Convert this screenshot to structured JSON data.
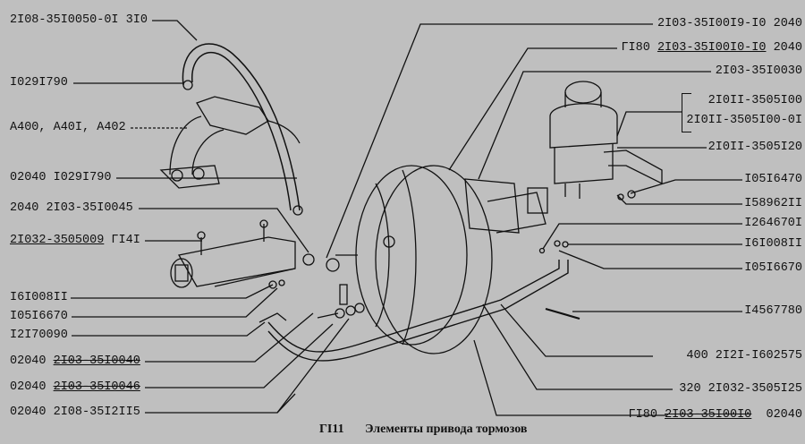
{
  "left_labels": [
    {
      "text": "2I08-35I0050-0I 3I0"
    },
    {
      "text": "I029I790"
    },
    {
      "text": "A400, A40I, A402"
    },
    {
      "text": "02040 I029I790"
    },
    {
      "text": "2040 2I03-35I0045"
    },
    {
      "part": "2I032-3505009",
      "suffix": " ГI4I"
    },
    {
      "text": "I6I008II"
    },
    {
      "text": "I05I6670"
    },
    {
      "text": "I2I70090"
    },
    {
      "prefix": "02040 ",
      "part": "2I03-35I0040"
    },
    {
      "prefix": "02040 ",
      "part": "2I03-35I0046"
    },
    {
      "text": "02040 2I08-35I2II5"
    }
  ],
  "right_labels": [
    {
      "text": "2I03-35I00I9-I0 2040"
    },
    {
      "prefix": "ГI80 ",
      "part": "2I03-35I00I0-I0",
      "suffix": " 2040"
    },
    {
      "text": "2I03-35I0030"
    },
    {
      "text": "2I0II-3505I00"
    },
    {
      "text": "2I0II-3505I00-0I"
    },
    {
      "text": "2I0II-3505I20"
    },
    {
      "text": "I05I6470"
    },
    {
      "text": "I58962II"
    },
    {
      "text": "I264670I"
    },
    {
      "text": "I6I008II"
    },
    {
      "text": "I05I6670"
    },
    {
      "text": "I4567780"
    },
    {
      "text": "400 2I2I-I602575"
    },
    {
      "text": "320 2I032-3505I25"
    },
    {
      "prefix": "ГI80 ",
      "part": "2I03-35I00I0",
      "suffix": "  02040"
    }
  ],
  "caption": {
    "figure": "ГI11",
    "title": "Элементы привода тормозов"
  }
}
